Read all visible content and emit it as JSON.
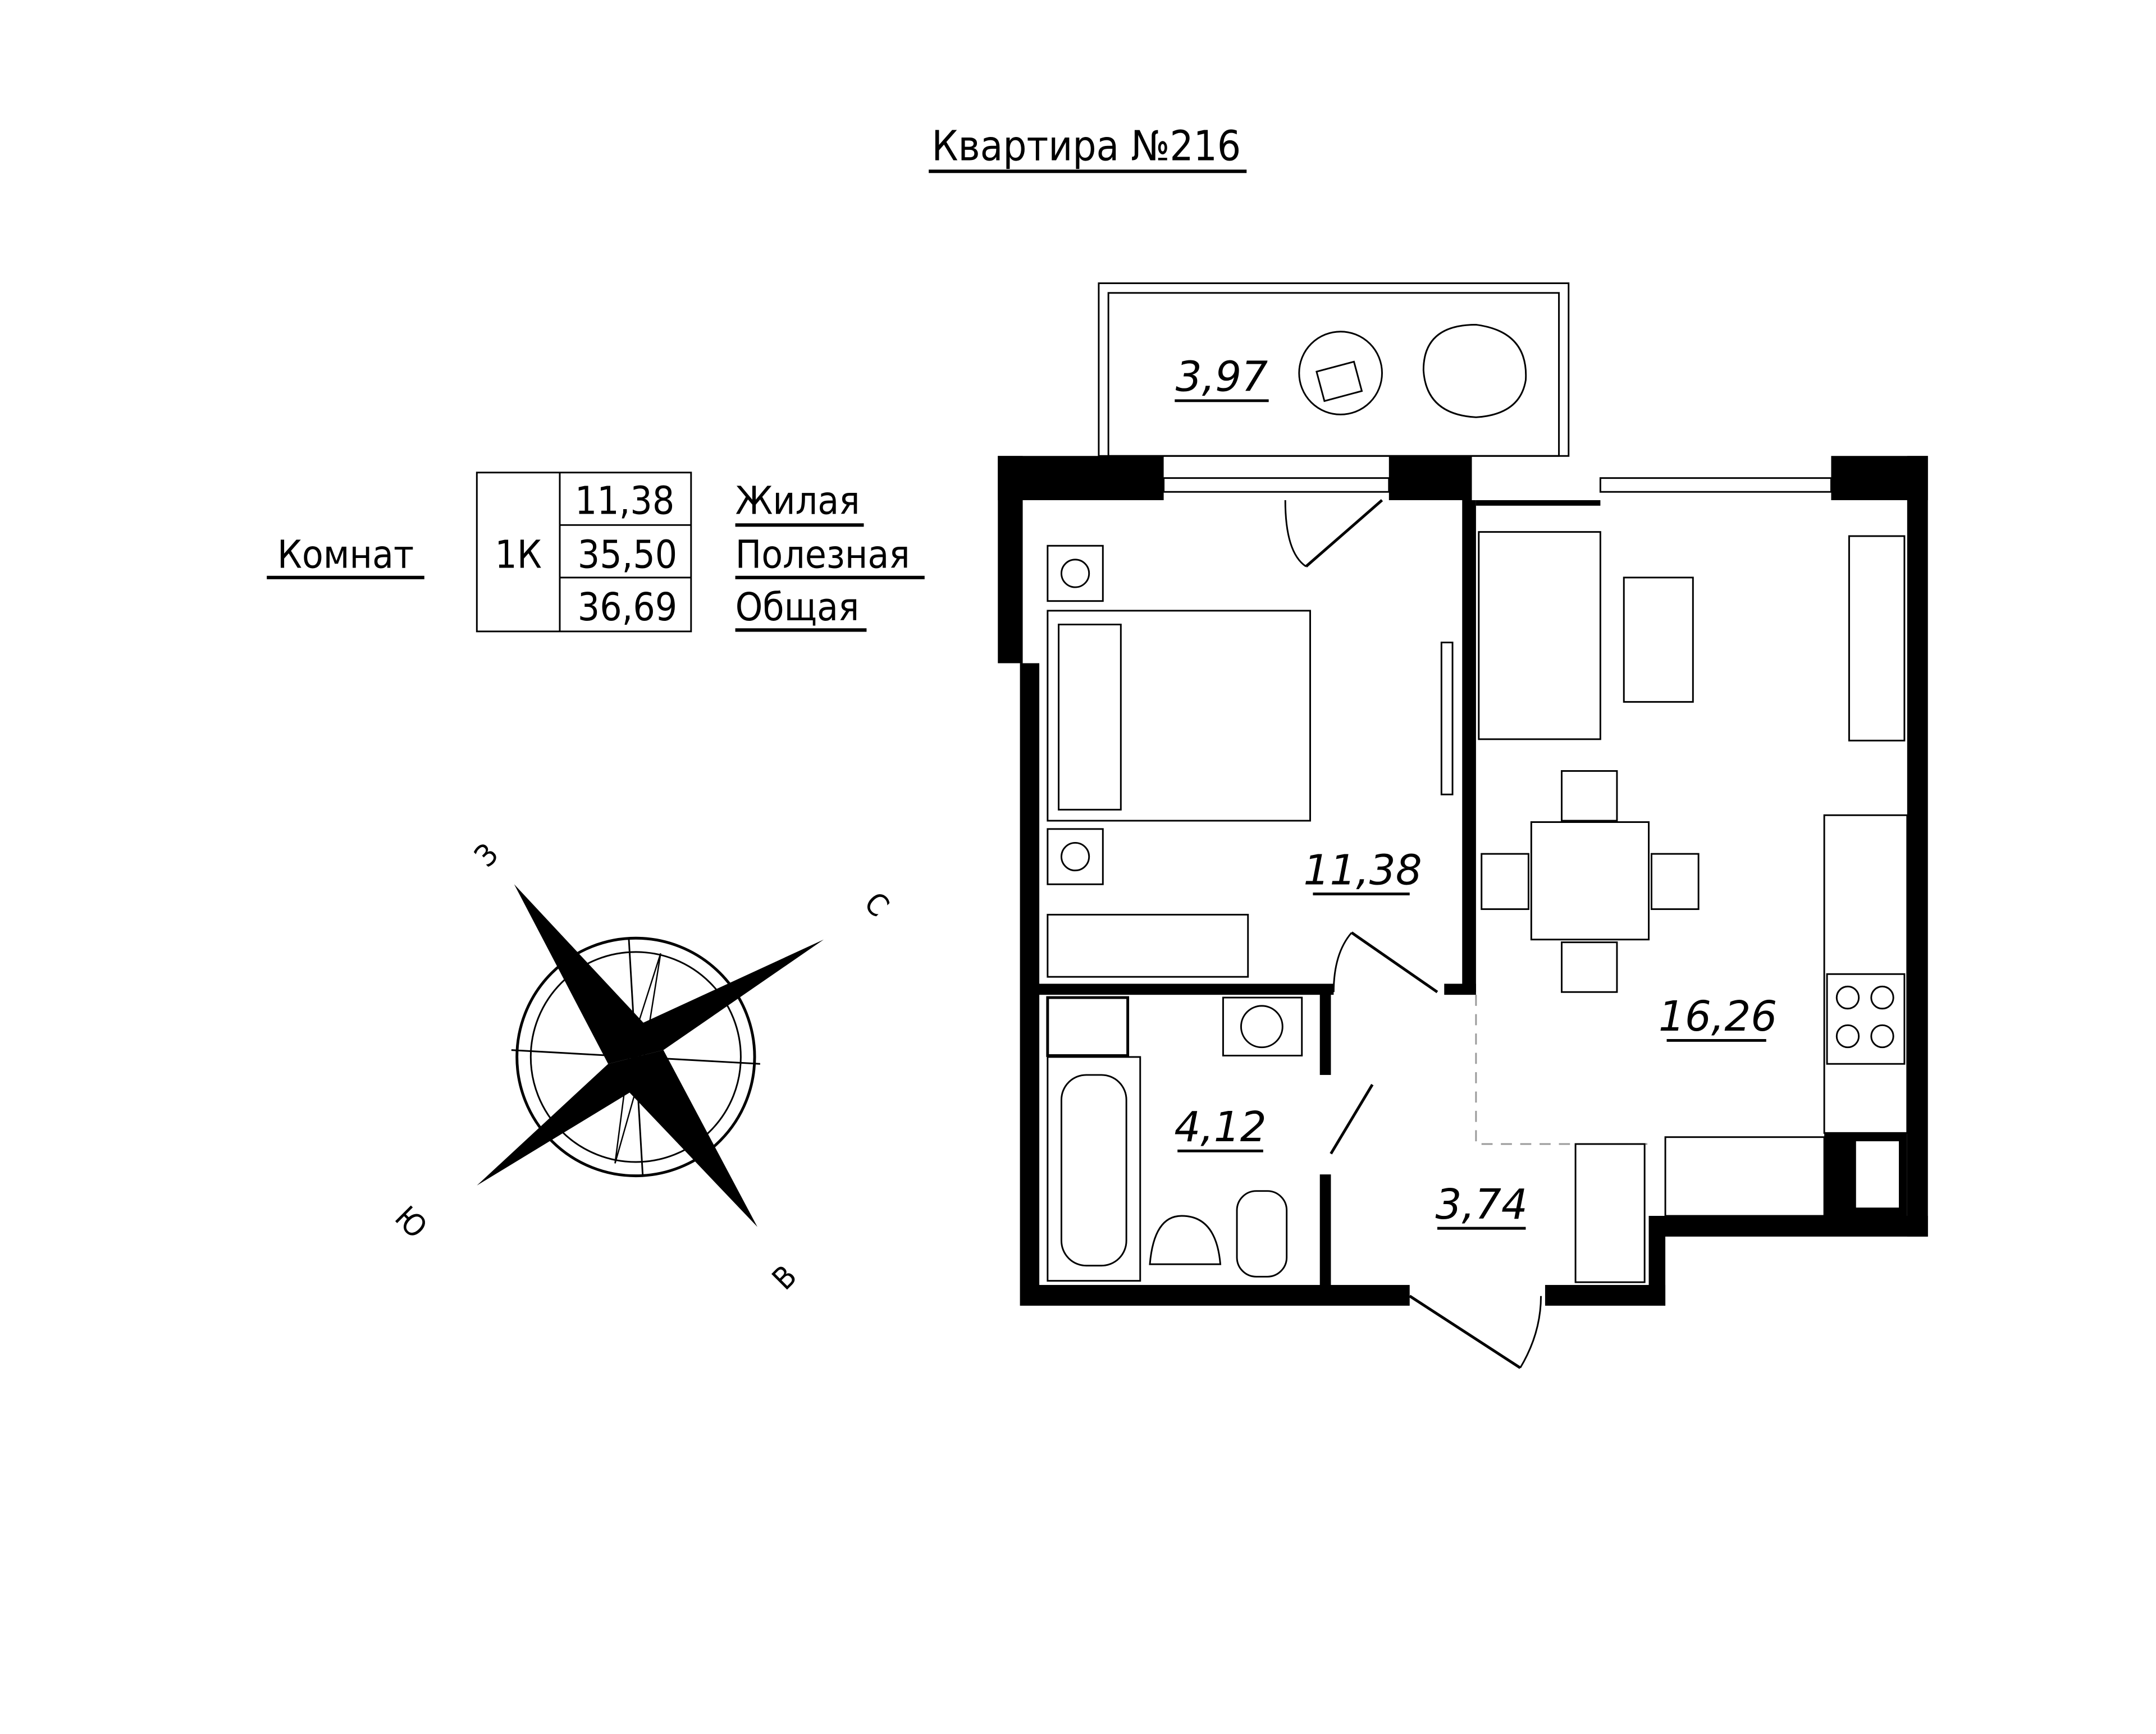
{
  "title": "Квартира №216",
  "summary": {
    "rooms_label": "Комнат",
    "rooms_value": "1К",
    "rows": [
      {
        "value": "11,38",
        "label": "Жилая"
      },
      {
        "value": "35,50",
        "label": "Полезная"
      },
      {
        "value": "36,69",
        "label": "Общая"
      }
    ]
  },
  "rooms": {
    "balcony": "3,97",
    "bedroom": "11,38",
    "living_kitchen": "16,26",
    "bathroom": "4,12",
    "hallway": "3,74"
  },
  "compass": {
    "west": "З",
    "north": "С",
    "south": "Ю",
    "east": "В"
  }
}
